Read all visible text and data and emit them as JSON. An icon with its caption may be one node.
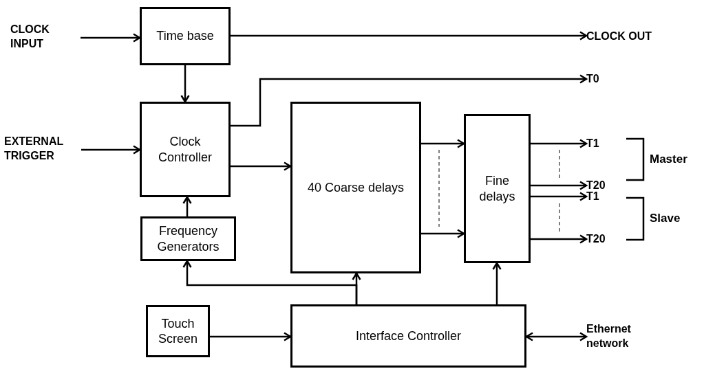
{
  "diagram": {
    "nodes": [
      {
        "text": [
          "CLOCK INPUT"
        ]
      },
      {
        "text": [
          "Time base"
        ]
      },
      {
        "text": [
          "CLOCK OUT"
        ]
      },
      {
        "text": [
          "T0"
        ]
      },
      {
        "text": [
          "EXTERNAL TRIGGER"
        ]
      },
      {
        "text": [
          "Clock Controller"
        ]
      },
      {
        "text": [
          "40 Coarse delays"
        ]
      },
      {
        "text": [
          "Fine delays"
        ]
      },
      {
        "text": [
          "T1"
        ]
      },
      {
        "text": [
          "T20"
        ]
      },
      {
        "text": [
          "T1"
        ]
      },
      {
        "text": [
          "T20"
        ]
      },
      {
        "text": [
          "Frequency Generators"
        ]
      },
      {
        "text": [
          "Touch Screen"
        ]
      },
      {
        "text": [
          "Interface Controller"
        ]
      },
      {
        "text": [
          "Ethernet network"
        ]
      }
    ],
    "edges": [
      {
        "from": 0,
        "to": 1,
        "arrow": "to"
      },
      {
        "from": 1,
        "to": 2,
        "arrow": "to"
      },
      {
        "from": 1,
        "to": 5,
        "arrow": "to"
      },
      {
        "from": 5,
        "to": 3,
        "arrow": "to"
      },
      {
        "from": 4,
        "to": 5,
        "arrow": "to"
      },
      {
        "from": 5,
        "to": 6,
        "arrow": "to"
      },
      {
        "from": 6,
        "to": 7,
        "arrow": "to"
      },
      {
        "from": 6,
        "to": 7,
        "arrow": "to"
      },
      {
        "from": 7,
        "to": 8,
        "arrow": "to"
      },
      {
        "from": 7,
        "to": 9,
        "arrow": "to"
      },
      {
        "from": 7,
        "to": 10,
        "arrow": "to"
      },
      {
        "from": 7,
        "to": 11,
        "arrow": "to"
      },
      {
        "from": 12,
        "to": 5,
        "arrow": "to"
      },
      {
        "from": 14,
        "to": 12,
        "arrow": "to"
      },
      {
        "from": 14,
        "to": 6,
        "arrow": "to"
      },
      {
        "from": 14,
        "to": 7,
        "arrow": "to"
      },
      {
        "from": 13,
        "to": 14,
        "arrow": "to"
      },
      {
        "from": 14,
        "to": 15,
        "arrow": "both"
      }
    ],
    "labels": [
      "Master",
      "Slave"
    ]
  }
}
